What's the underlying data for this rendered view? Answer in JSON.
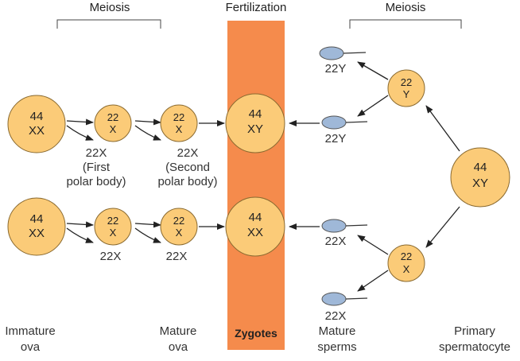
{
  "headers": {
    "meiosis_left": "Meiosis",
    "fertilization": "Fertilization",
    "meiosis_right": "Meiosis"
  },
  "zygotes_label": "Zygotes",
  "captions": {
    "immature_ova": [
      "Immature",
      "ova"
    ],
    "mature_ova": [
      "Mature",
      "ova"
    ],
    "mature_sperms": [
      "Mature",
      "sperms"
    ],
    "primary_spermatocyte": [
      "Primary",
      "spermatocyte"
    ]
  },
  "cells": {
    "immature_top": [
      "44",
      "XX"
    ],
    "secondary_top": [
      "22",
      "X"
    ],
    "mature_top": [
      "22",
      "X"
    ],
    "zygote_top": [
      "44",
      "XY"
    ],
    "immature_bottom": [
      "44",
      "XX"
    ],
    "secondary_bottom": [
      "22",
      "X"
    ],
    "mature_bottom": [
      "22",
      "X"
    ],
    "zygote_bottom": [
      "44",
      "XX"
    ],
    "spermatocyte_top": [
      "22",
      "Y"
    ],
    "primary_spermatocyte": [
      "44",
      "XY"
    ],
    "spermatocyte_bottom": [
      "22",
      "X"
    ]
  },
  "polar_labels": {
    "first_top": [
      "22X",
      "(First",
      "polar body)"
    ],
    "second_top": [
      "22X",
      "(Second",
      "polar body)"
    ],
    "first_bottom": "22X",
    "second_bottom": "22X"
  },
  "sperm_labels": {
    "s1": "22Y",
    "s2": "22Y",
    "s3": "22X",
    "s4": "22X"
  },
  "colors": {
    "cell_fill": "#fbcb78",
    "cell_stroke": "#8a6a30",
    "zygote_band": "#f58b4c",
    "sperm_fill": "#9fb8d8",
    "arrow": "#222222"
  }
}
